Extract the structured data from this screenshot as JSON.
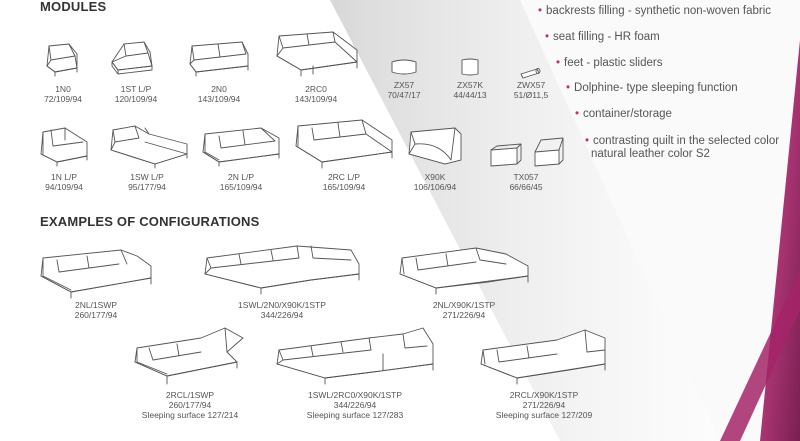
{
  "headings": {
    "modules": "MODULES",
    "configurations": "EXAMPLES OF CONFIGURATIONS"
  },
  "colors": {
    "accent": "#c0307a",
    "accent_dark": "#6b1f4a",
    "grey_band": "#d9d9d9",
    "text": "#555555"
  },
  "features": [
    "backrests filling - synthetic non-woven fabric",
    "seat filling - HR foam",
    "feet - plastic sliders",
    "Dolphine- type sleeping function",
    "container/storage",
    "contrasting quilt in the selected color",
    "natural leather color S2"
  ],
  "modules": [
    {
      "code": "1N0",
      "dims": "72/109/94",
      "icon": "single-seat-armless-icon"
    },
    {
      "code": "1ST L/P",
      "dims": "120/109/94",
      "icon": "seat-with-side-table-icon"
    },
    {
      "code": "2N0",
      "dims": "143/109/94",
      "icon": "two-seat-armless-icon"
    },
    {
      "code": "2RC0",
      "dims": "143/109/94",
      "icon": "two-seat-sleeper-icon"
    },
    {
      "code": "ZX57",
      "dims": "70/47/17",
      "icon": "cushion-large-icon"
    },
    {
      "code": "ZX57K",
      "dims": "44/44/13",
      "icon": "cushion-square-icon"
    },
    {
      "code": "ZWX57",
      "dims": "51/Ø11,5",
      "icon": "bolster-roll-icon"
    },
    {
      "code": "1N L/P",
      "dims": "94/109/94",
      "icon": "single-seat-arm-icon"
    },
    {
      "code": "1SW L/P",
      "dims": "95/177/94",
      "icon": "chaise-longue-icon"
    },
    {
      "code": "2N L/P",
      "dims": "165/109/94",
      "icon": "two-seat-arm-icon"
    },
    {
      "code": "2RC L/P",
      "dims": "165/109/94",
      "icon": "two-seat-sleeper-arm-icon"
    },
    {
      "code": "X90K",
      "dims": "106/106/94",
      "icon": "corner-module-icon"
    },
    {
      "code": "TX057",
      "dims": "66/66/45",
      "icon": "ottoman-storage-icon"
    }
  ],
  "configurations": [
    {
      "code": "2NL/1SWP",
      "dims": "260/177/94",
      "sleep": "",
      "icon": "config-chaise-sofa-icon"
    },
    {
      "code": "1SWL/2N0/X90K/1STP",
      "dims": "344/226/94",
      "sleep": "",
      "icon": "config-u-sofa-icon"
    },
    {
      "code": "2NL/X90K/1STP",
      "dims": "271/226/94",
      "sleep": "",
      "icon": "config-corner-sofa-icon"
    },
    {
      "code": "2RCL/1SWP",
      "dims": "260/177/94",
      "sleep": "Sleeping surface 127/214",
      "icon": "config-chaise-sleeper-icon"
    },
    {
      "code": "1SWL/2RC0/X90K/1STP",
      "dims": "344/226/94",
      "sleep": "Sleeping surface 127/283",
      "icon": "config-u-sleeper-icon"
    },
    {
      "code": "2RCL/X90K/1STP",
      "dims": "271/226/94",
      "sleep": "Sleeping surface 127/209",
      "icon": "config-corner-sleeper-icon"
    }
  ]
}
